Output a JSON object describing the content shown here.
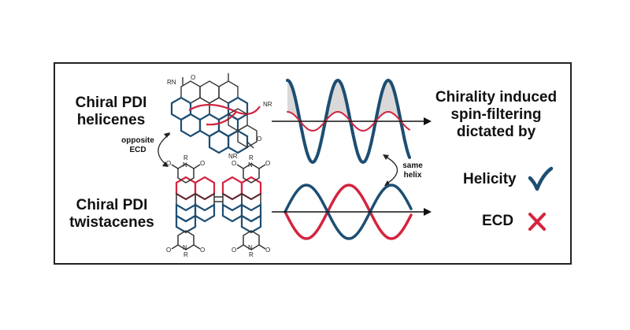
{
  "left": {
    "top_line1": "Chiral PDI",
    "top_line2": "helicenes",
    "bottom_line1": "Chiral PDI",
    "bottom_line2": "twistacenes"
  },
  "arrows": {
    "left_line1": "opposite",
    "left_line2": "ECD",
    "right_line1": "same",
    "right_line2": "helix"
  },
  "right": {
    "line1": "Chirality induced",
    "line2": "spin-filtering",
    "line3": "dictated by",
    "helicity": "Helicity",
    "ecd": "ECD"
  },
  "molecule_labels": {
    "rn": "RN",
    "nr": "NR",
    "n": "N",
    "r": "R",
    "o": "O"
  },
  "colors": {
    "blue": "#1d4e72",
    "red": "#d4243f",
    "grey_fill": "#d9d9d9",
    "check": "#1d4e72",
    "cross": "#d4243f"
  },
  "icons": {
    "helicity_mark": "check-icon",
    "ecd_mark": "cross-icon"
  }
}
